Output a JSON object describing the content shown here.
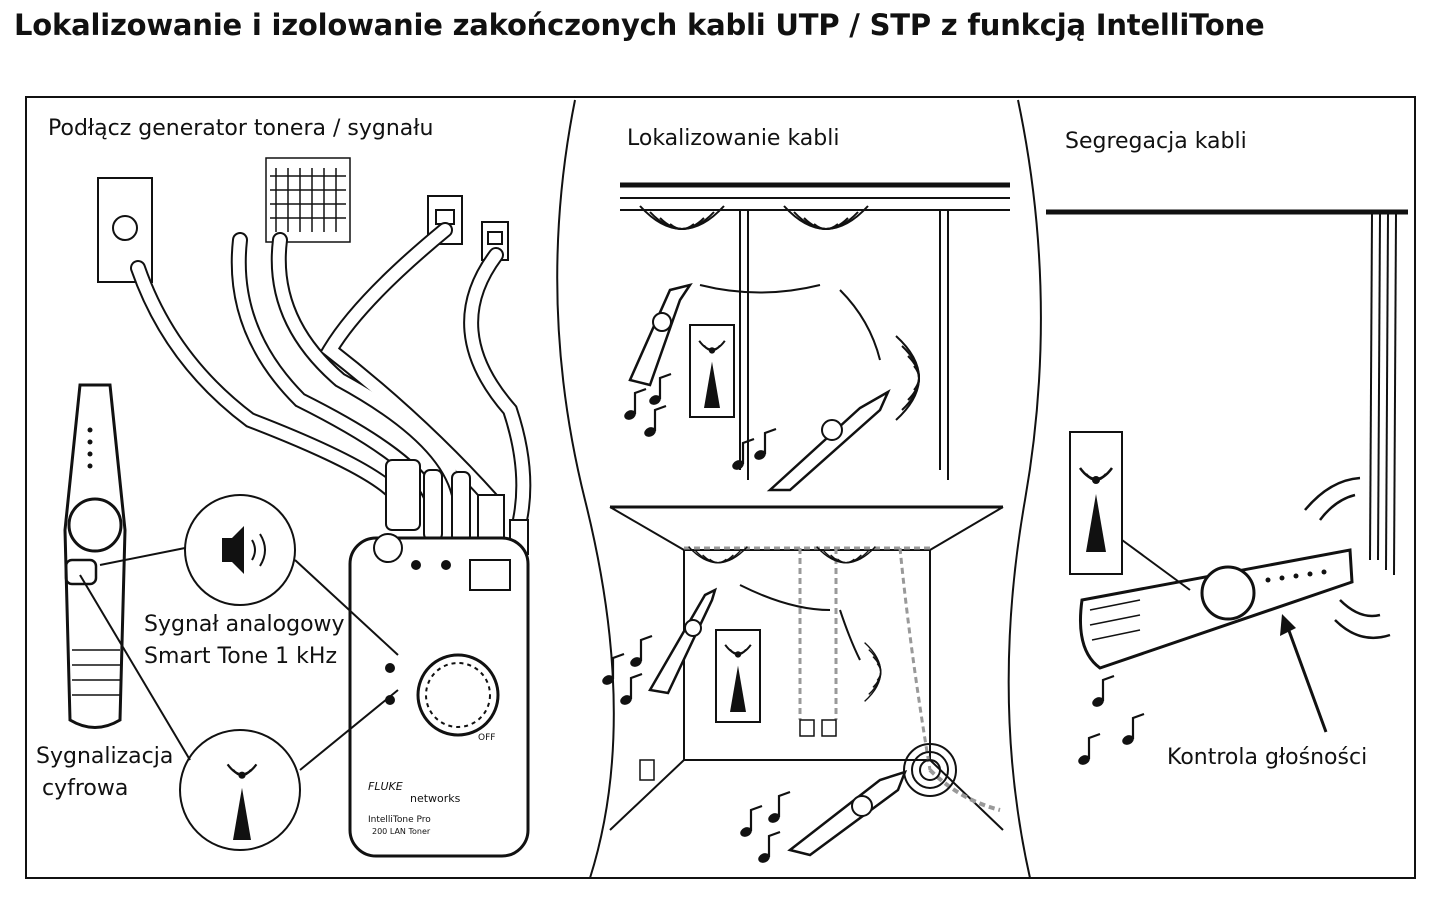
{
  "title": "Lokalizowanie i izolowanie zakończonych kabli UTP / STP z funkcją IntelliTone",
  "panels": {
    "left": {
      "heading": "Podłącz generator tonera / sygnału",
      "analog_line1": "Sygnał analogowy",
      "analog_line2": "Smart Tone 1 kHz",
      "digital_line1": "Sygnalizacja",
      "digital_line2": "cyfrowa"
    },
    "middle": {
      "heading": "Lokalizowanie kabli"
    },
    "right": {
      "heading": "Segregacja kabli",
      "volume_label": "Kontrola głośności"
    }
  },
  "device": {
    "brand": "FLUKE",
    "brand_sub": "networks",
    "model": "IntelliTone Pro",
    "model_sub": "200 LAN Toner",
    "off_label": "OFF"
  }
}
